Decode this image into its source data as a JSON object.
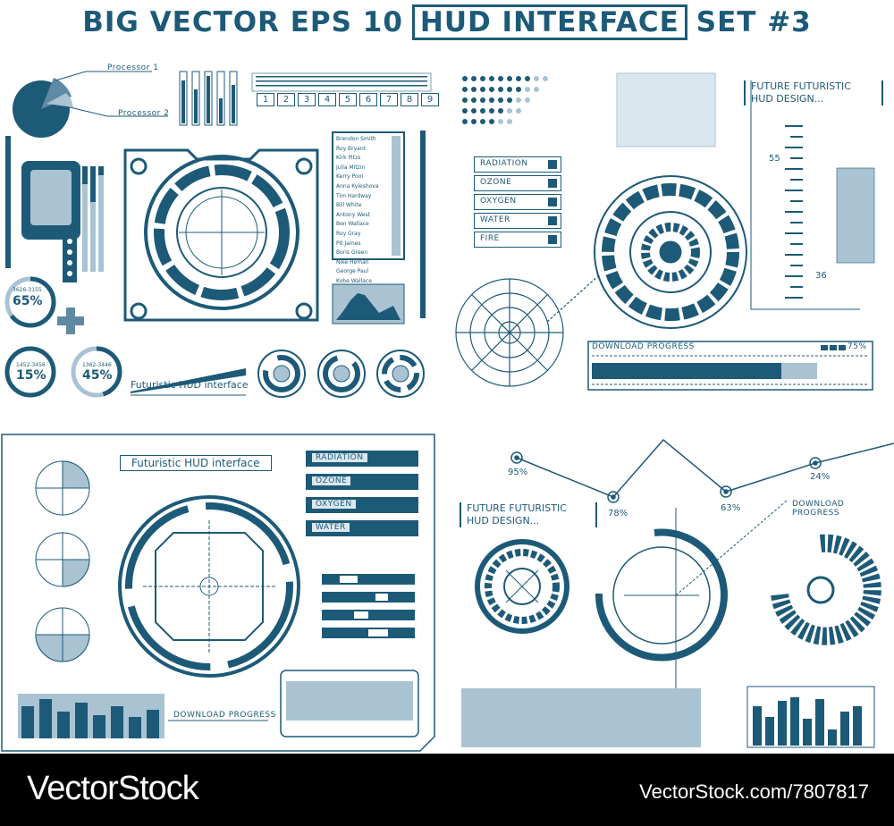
{
  "title": {
    "part1": "BIG VECTOR EPS 10",
    "part2": "HUD INTERFACE",
    "part3": "SET #3"
  },
  "pie": {
    "label1": "Processor 1",
    "label2": "Processor 2"
  },
  "percent_rings": [
    {
      "range": "3626-3155",
      "value": "65%"
    },
    {
      "range": "1452-3456",
      "value": "15%"
    },
    {
      "range": "1362-3446",
      "value": "45%"
    }
  ],
  "caption_top": "Futuristic HUD interface",
  "number_keys": [
    "1",
    "2",
    "3",
    "4",
    "5",
    "6",
    "7",
    "8",
    "9"
  ],
  "names": [
    "Brendon Smith",
    "Roy Bryant",
    "Kirk Pitzs",
    "Julia Mitzin",
    "Kerry Pool",
    "Anna Kyleshova",
    "Tim Hardway",
    "Bill White",
    "Antony West",
    "Ben Wallace",
    "Roy Gray",
    "Pit James",
    "Boris Green",
    "Nike Heman",
    "George Paul",
    "Kobe Wallace"
  ],
  "meters_top": [
    "RADIATION",
    "OZONE",
    "OXYGEN",
    "WATER",
    "FIRE"
  ],
  "future_label_1": "FUTURE FUTURISTIC HUD DESIGN...",
  "ruler": {
    "top": "55",
    "bottom": "36"
  },
  "download_top": {
    "label": "DOWNLOAD PROGRESS",
    "value": "75%"
  },
  "panel_bl": {
    "caption": "Futuristic HUD interface",
    "meters": [
      "RADIATION",
      "OZONE",
      "OXYGEN",
      "WATER"
    ],
    "download": "DOWNLOAD PROGRESS"
  },
  "graph": {
    "points": [
      "95%",
      "78%",
      "63%",
      "24%"
    ],
    "download": "DOWNLOAD PROGRESS",
    "future_label": "FUTURE FUTURISTIC HUD DESIGN..."
  },
  "footer": {
    "brand": "VectorStock",
    "url": "VectorStock.com/7807817"
  },
  "colors": {
    "primary": "#1d5a78",
    "light": "#a9c3d3",
    "bg": "#ffffff"
  }
}
